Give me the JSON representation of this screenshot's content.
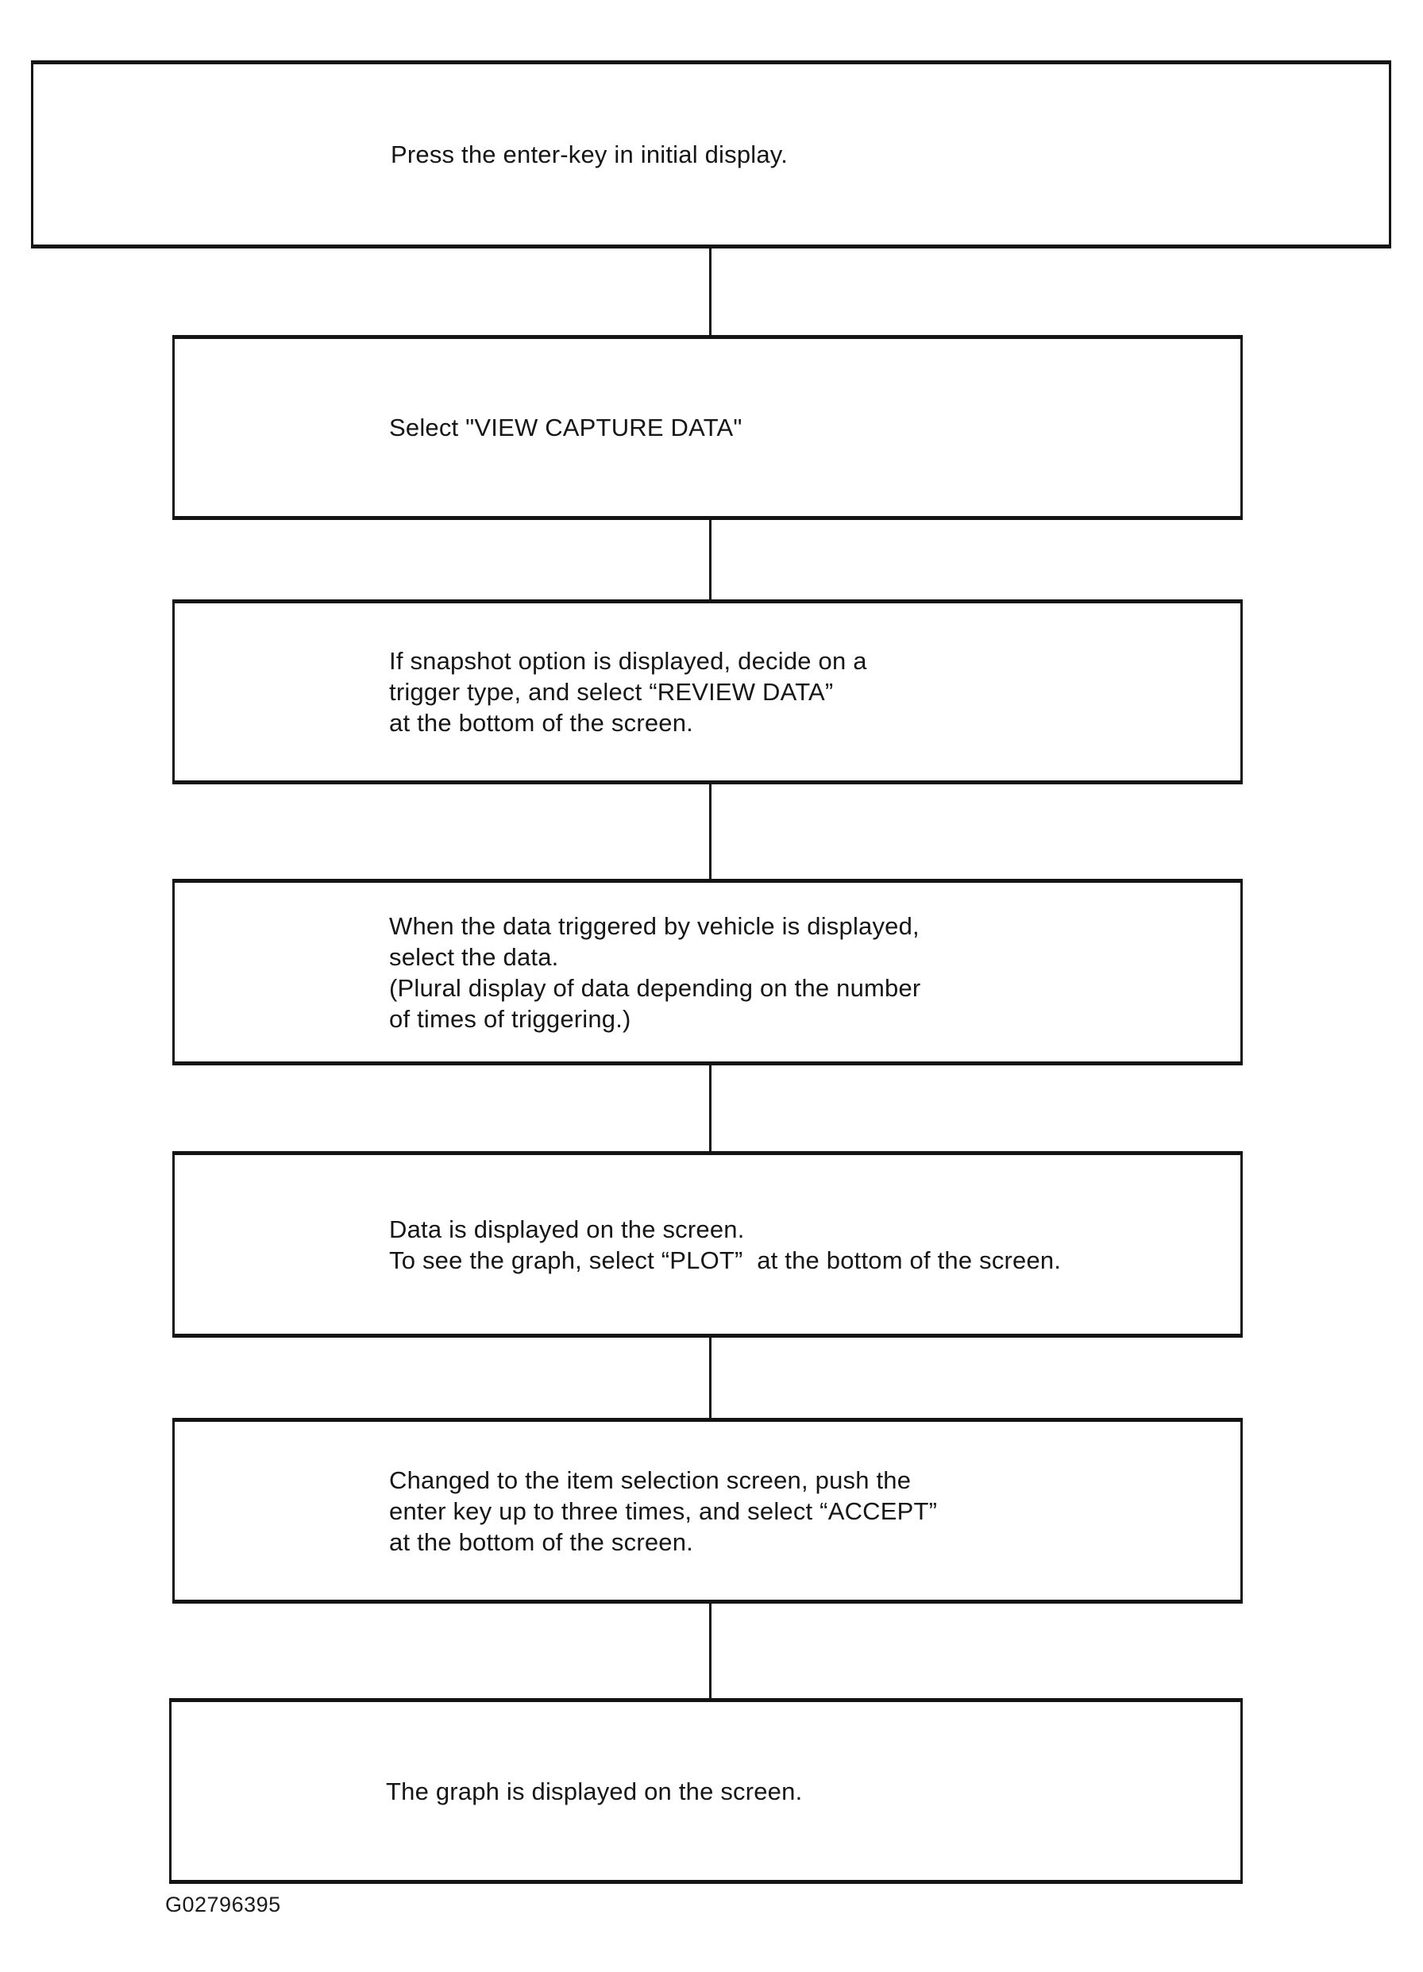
{
  "page": {
    "figure_code": "G02796395"
  },
  "flowchart": {
    "type": "vertical-flowchart",
    "steps": [
      {
        "id": 1,
        "text": "Press the enter-key in initial display."
      },
      {
        "id": 2,
        "text": "Select \"VIEW CAPTURE DATA\""
      },
      {
        "id": 3,
        "text": "If snapshot option is displayed, decide on a\ntrigger type, and select “REVIEW DATA”\nat the bottom of the screen."
      },
      {
        "id": 4,
        "text": "When the data triggered by vehicle is displayed,\nselect the data.\n(Plural display of data depending on the number\nof times of triggering.)"
      },
      {
        "id": 5,
        "text": "Data is displayed on the screen.\nTo see the graph, select “PLOT”  at the bottom of the screen."
      },
      {
        "id": 6,
        "text": "Changed to the item selection screen, push the\nenter key up to three times, and select “ACCEPT”\nat the bottom of the screen."
      },
      {
        "id": 7,
        "text": "The graph is displayed on the screen."
      }
    ]
  }
}
